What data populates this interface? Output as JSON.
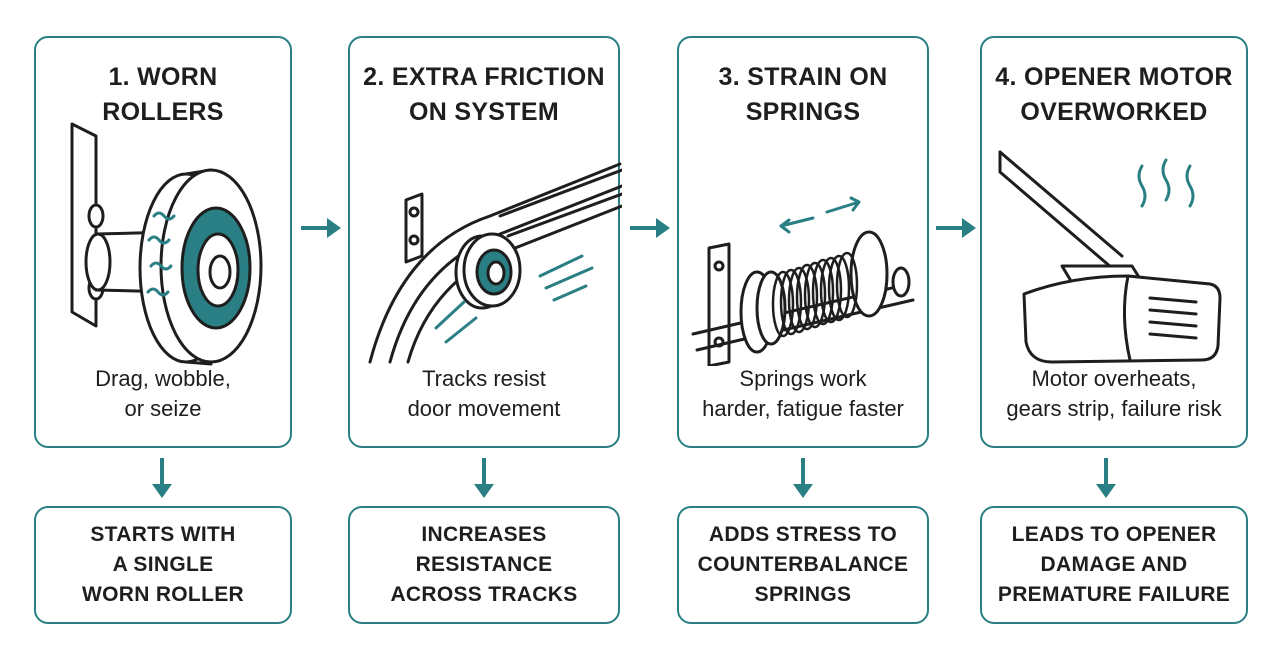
{
  "colors": {
    "accent": "#2a7f84",
    "ink": "#1e1e1e"
  },
  "steps": [
    {
      "title": "1. WORN ROLLERS",
      "description": "Drag, wobble,\nor seize",
      "summary": "STARTS WITH\nA SINGLE\nWORN ROLLER",
      "illustration": "worn-roller-icon"
    },
    {
      "title": "2. EXTRA FRICTION\nON SYSTEM",
      "description": "Tracks resist\ndoor movement",
      "summary": "INCREASES\nRESISTANCE\nACROSS TRACKS",
      "illustration": "track-roller-icon"
    },
    {
      "title": "3. STRAIN ON\nSPRINGS",
      "description": "Springs work\nharder, fatigue faster",
      "summary": "ADDS STRESS TO\nCOUNTERBALANCE\nSPRINGS",
      "illustration": "torsion-spring-icon"
    },
    {
      "title": "4. OPENER MOTOR\nOVERWORKED",
      "description": "Motor overheats,\ngears strip, failure risk",
      "summary": "LEADS TO OPENER\nDAMAGE AND\nPREMATURE FAILURE",
      "illustration": "opener-motor-icon"
    }
  ]
}
